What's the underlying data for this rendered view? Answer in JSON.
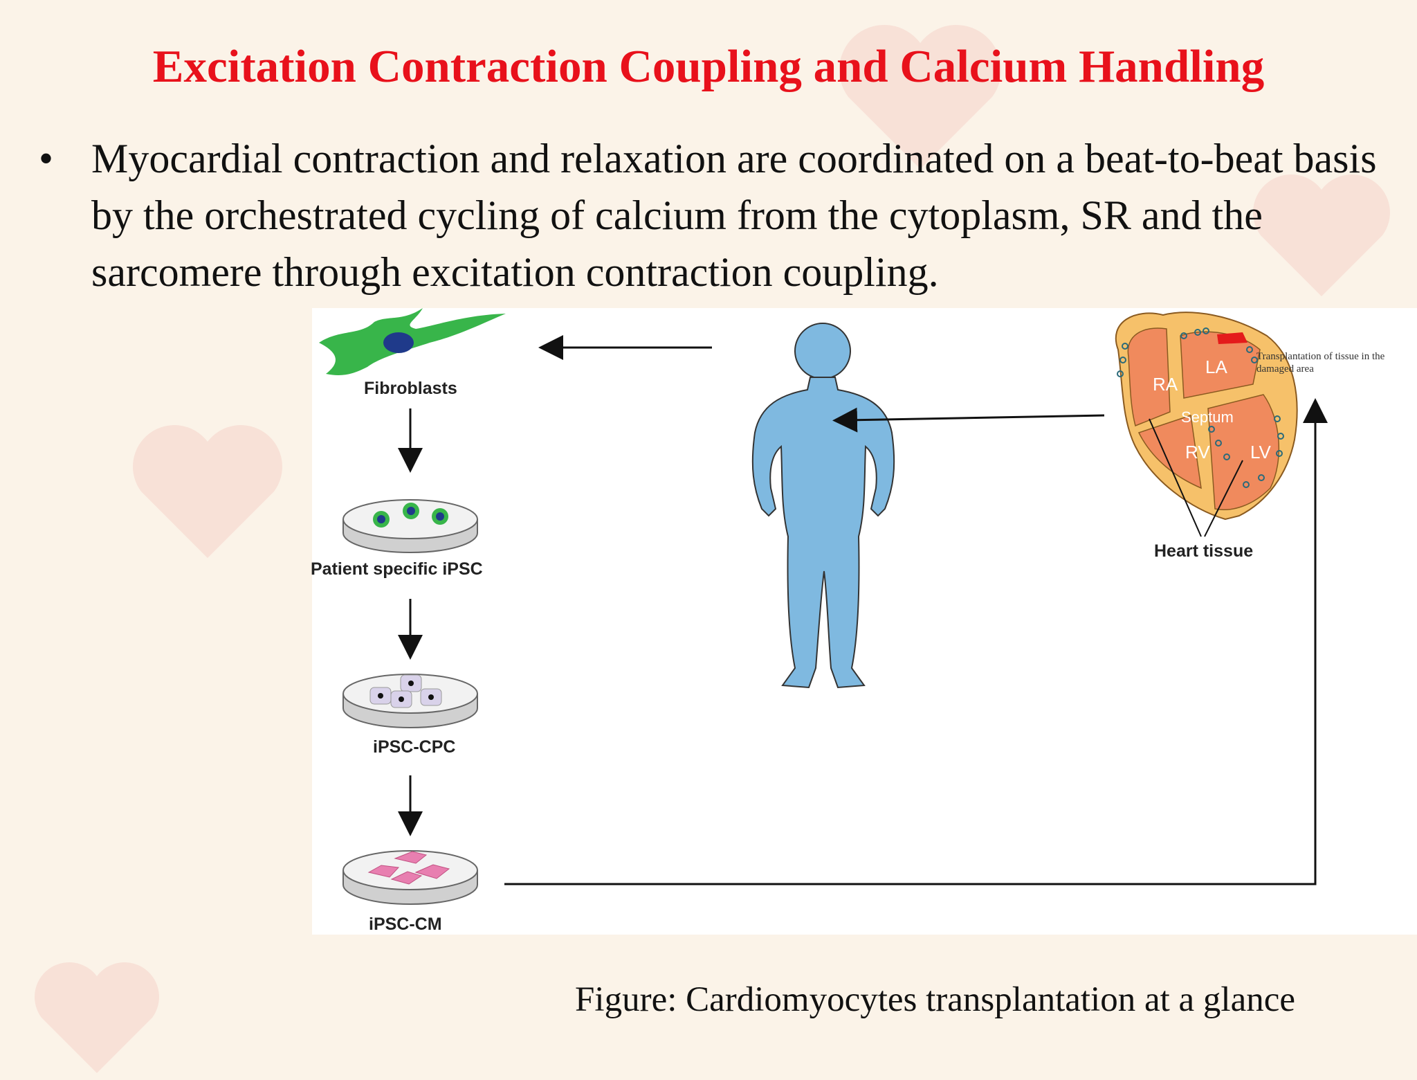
{
  "slide": {
    "title": "Excitation Contraction Coupling and Calcium Handling",
    "bullet_marker": "•",
    "bullet_text": "Myocardial contraction and relaxation are coordinated on a beat-to-beat basis by the orchestrated cycling of calcium from the cytoplasm, SR and the sarcomere through excitation contraction coupling."
  },
  "figure": {
    "labels": {
      "fibroblasts": "Fibroblasts",
      "patient_ipsc": "Patient specific iPSC",
      "ipsc_cpc": "iPSC-CPC",
      "ipsc_cm": "iPSC-CM",
      "heart_tissue": "Heart tissue",
      "transplantation_note": "Transplantation of tissue in the damaged area"
    },
    "heart_chambers": {
      "ra": "RA",
      "la": "LA",
      "septum": "Septum",
      "rv": "RV",
      "lv": "LV"
    },
    "caption": "Figure: Cardiomyocytes transplantation at a glance"
  },
  "colors": {
    "title": "#e8111b",
    "body_figure": "#7fb9e0",
    "fibroblast": "#38b54a",
    "heart": "#f08a5d",
    "transplant_patch": "#e41b1b"
  }
}
